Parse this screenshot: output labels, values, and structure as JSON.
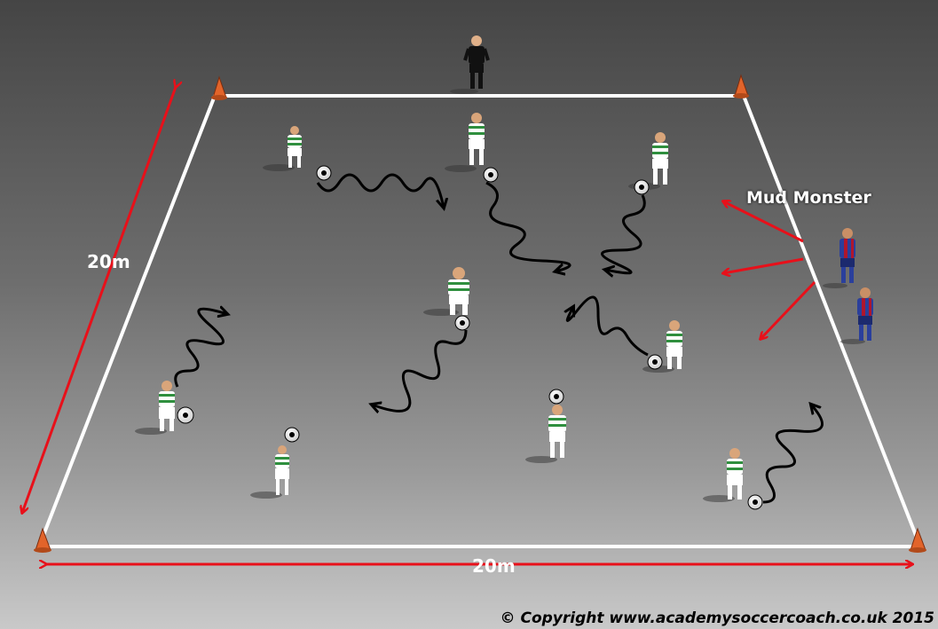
{
  "dimensions": {
    "side_label": "20m",
    "bottom_label": "20m"
  },
  "labels": {
    "mud_monster": "Mud Monster"
  },
  "copyright": "© Copyright www.academysoccercoach.co.uk 2015",
  "colors": {
    "pitch_line": "#ffffff",
    "measure_arrow": "#e8101a",
    "cone": "#e2642a",
    "team_kit": "#2f8f3e",
    "monster_kit": "#2a3f9c",
    "keeper_kit": "#111111"
  }
}
